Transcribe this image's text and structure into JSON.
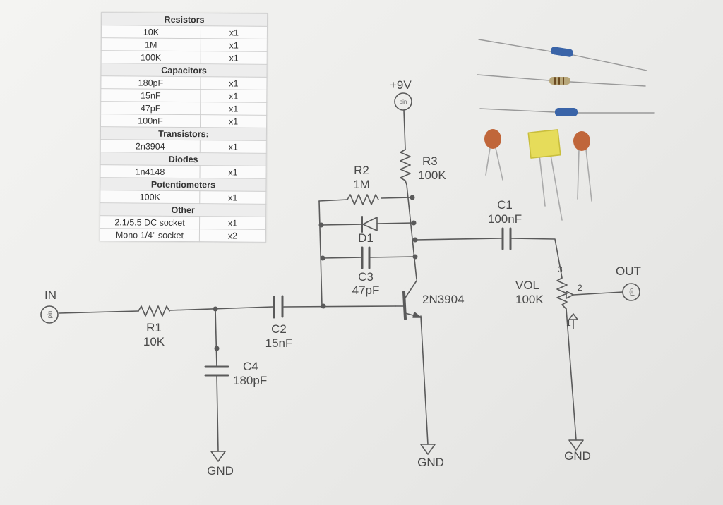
{
  "bom": {
    "sections": [
      {
        "title": "Resistors",
        "items": [
          {
            "value": "10K",
            "qty": "x1"
          },
          {
            "value": "1M",
            "qty": "x1"
          },
          {
            "value": "100K",
            "qty": "x1"
          }
        ]
      },
      {
        "title": "Capacitors",
        "items": [
          {
            "value": "180pF",
            "qty": "x1"
          },
          {
            "value": "15nF",
            "qty": "x1"
          },
          {
            "value": "47pF",
            "qty": "x1"
          },
          {
            "value": "100nF",
            "qty": "x1"
          }
        ]
      },
      {
        "title": "Transistors:",
        "items": [
          {
            "value": "2n3904",
            "qty": "x1"
          }
        ]
      },
      {
        "title": "Diodes",
        "items": [
          {
            "value": "1n4148",
            "qty": "x1"
          }
        ]
      },
      {
        "title": "Potentiometers",
        "items": [
          {
            "value": "100K",
            "qty": "x1"
          }
        ]
      },
      {
        "title": "Other",
        "items": [
          {
            "value": "2.1/5.5 DC socket",
            "qty": "x1"
          },
          {
            "value": "Mono 1/4\" socket",
            "qty": "x2"
          }
        ]
      }
    ]
  },
  "schematic": {
    "supply": "+9V",
    "pin_text": "pin",
    "in_label": "IN",
    "out_label": "OUT",
    "gnd_label": "GND",
    "r1": {
      "name": "R1",
      "value": "10K"
    },
    "r2": {
      "name": "R2",
      "value": "1M"
    },
    "r3": {
      "name": "R3",
      "value": "100K"
    },
    "c1": {
      "name": "C1",
      "value": "100nF"
    },
    "c2": {
      "name": "C2",
      "value": "15nF"
    },
    "c3": {
      "name": "C3",
      "value": "47pF"
    },
    "c4": {
      "name": "C4",
      "value": "180pF"
    },
    "d1": {
      "name": "D1"
    },
    "q1": {
      "name": "2N3904"
    },
    "vol": {
      "name": "VOL",
      "value": "100K",
      "pin3": "3",
      "pin2": "2",
      "pin1": "1"
    }
  },
  "colors": {
    "wire": "#5a5a5a",
    "resistor_blue": "#3a64a8",
    "resistor_beige": "#b8a77a",
    "ceramic_cap": "#c0663a",
    "box_cap": "#e6dc5a"
  }
}
